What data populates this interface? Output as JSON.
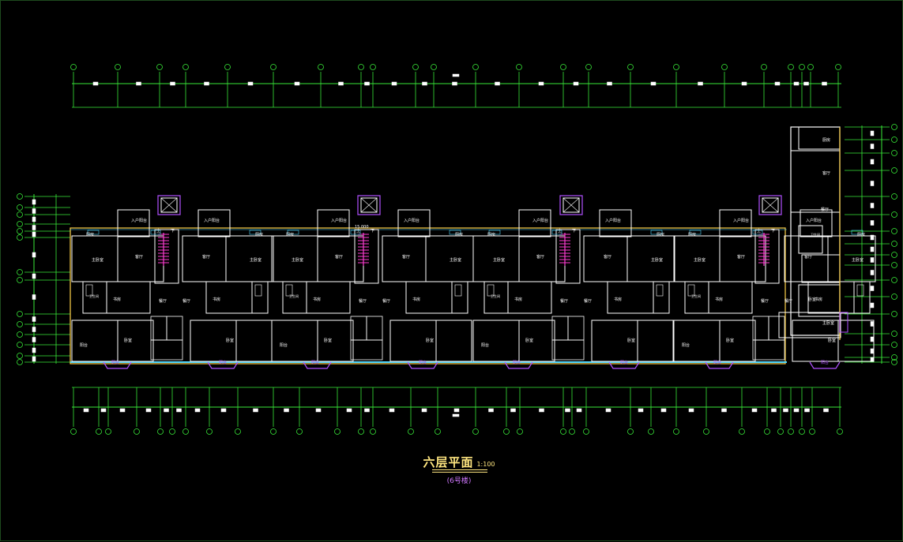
{
  "drawing": {
    "title": "六层平面",
    "scale": "1:100",
    "subtitle": "(6号楼)"
  },
  "room_labels": {
    "entry_balcony": "入户阳台",
    "kitchen": "厨房",
    "master_bedroom": "主卧室",
    "living": "客厅",
    "bedroom": "卧室",
    "bath": "卫生间",
    "dining": "餐厅",
    "balcony": "阳台",
    "study": "书房",
    "up": "上",
    "down": "下",
    "elevation": "15.000"
  },
  "colors": {
    "background": "#000000",
    "walls": "#ffffff",
    "outline": "#ffd24a",
    "dimension": "#38e838",
    "stairs": "#ff3cd2",
    "accent": "#b050ff",
    "text": "#ffe680",
    "windows": "#4fd7ff"
  }
}
